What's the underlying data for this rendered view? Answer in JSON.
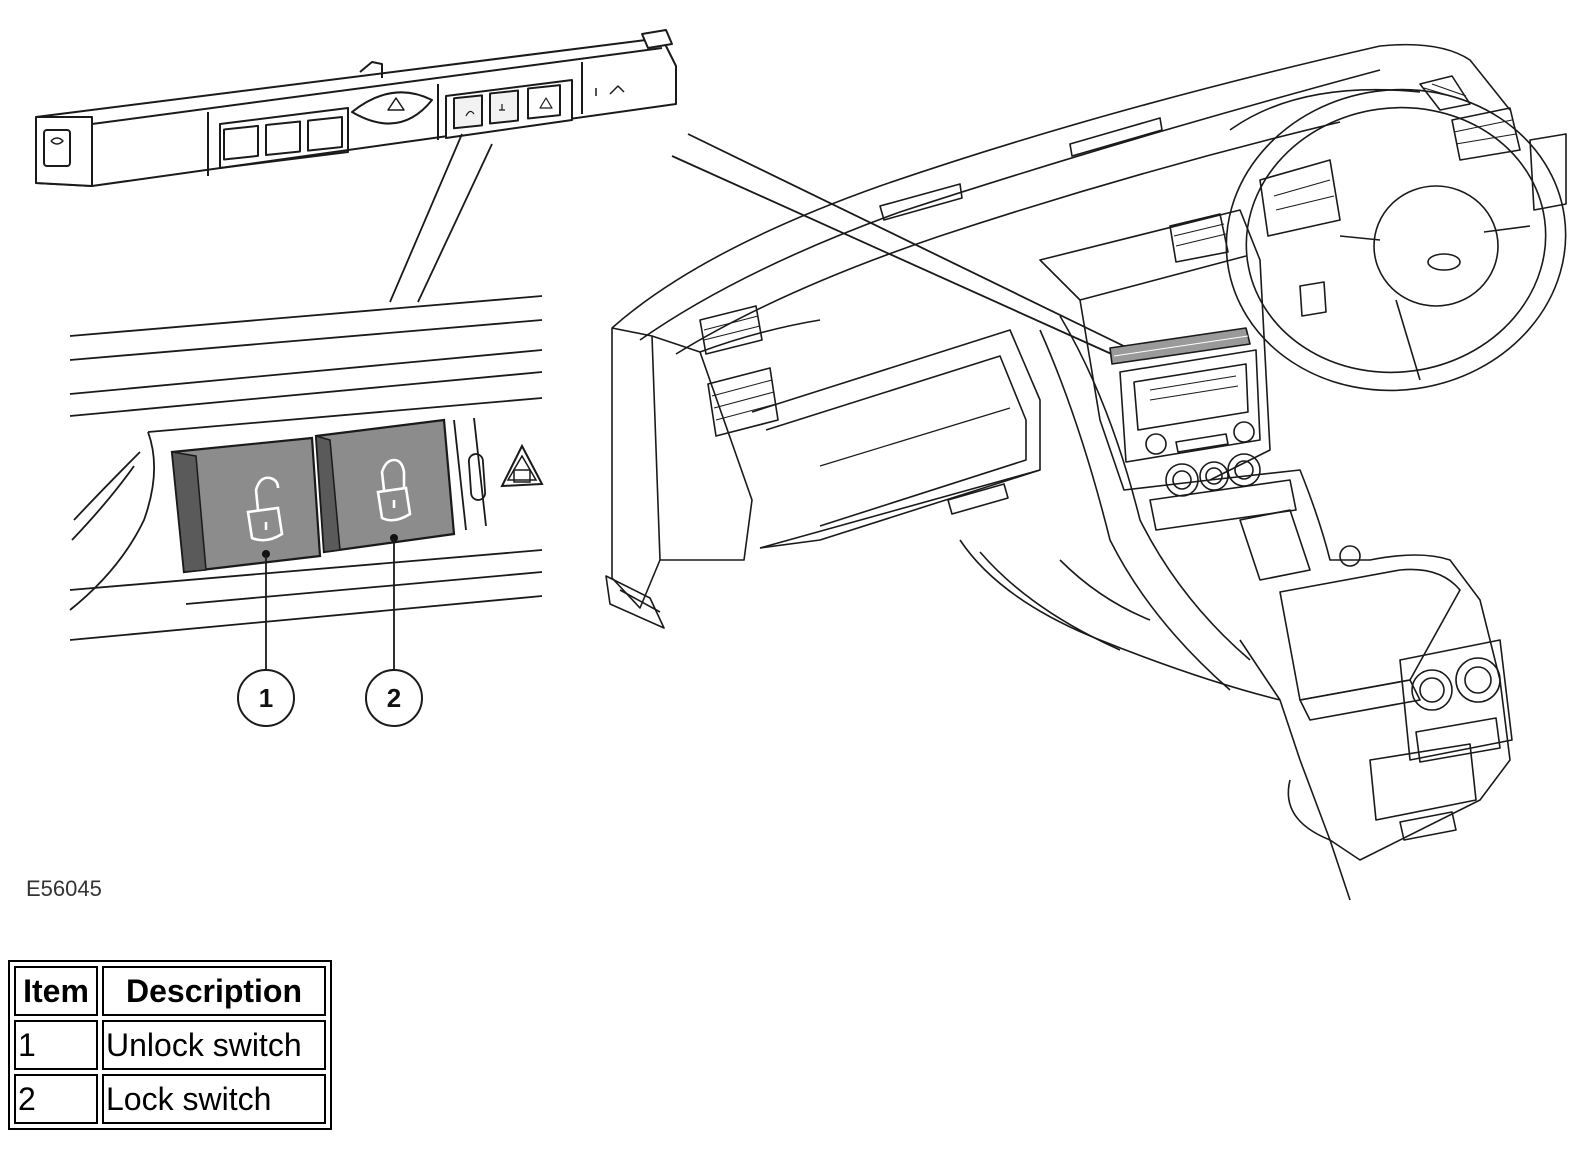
{
  "figure": {
    "code": "E56045",
    "callouts": [
      {
        "number": "1",
        "target": "Unlock switch"
      },
      {
        "number": "2",
        "target": "Lock switch"
      }
    ],
    "icons": [
      "unlock-padlock-icon",
      "lock-padlock-icon",
      "hazard-warning-icon"
    ],
    "colors": {
      "line": "#1a1a1a",
      "switch_face": "#8c8c8c",
      "switch_shadow": "#5a5a5a",
      "highlight_strip": "#9a9a9a",
      "background": "#ffffff"
    }
  },
  "legend": {
    "headers": {
      "item": "Item",
      "description": "Description"
    },
    "rows": [
      {
        "item": "1",
        "description": "Unlock switch"
      },
      {
        "item": "2",
        "description": "Lock switch"
      }
    ]
  }
}
